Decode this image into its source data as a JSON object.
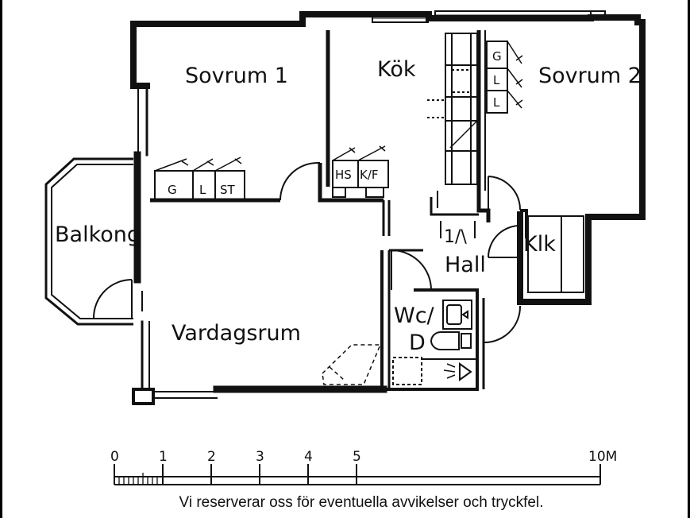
{
  "rooms": {
    "sovrum1": "Sovrum 1",
    "kok": "Kök",
    "sovrum2": "Sovrum 2",
    "balkong": "Balkong",
    "hall": "Hall",
    "klk": "Klk",
    "wc_line1": "Wc/",
    "wc_line2": "D",
    "vardagsrum": "Vardagsrum"
  },
  "closets": {
    "sovrum1": [
      "G",
      "L",
      "ST"
    ],
    "kok": [
      "HS",
      "K/F"
    ],
    "sovrum2": [
      "G",
      "L",
      "L"
    ]
  },
  "stair_mark": "1/\\",
  "scale": {
    "ticks": [
      "0",
      "1",
      "2",
      "3",
      "4",
      "5",
      "10M"
    ]
  },
  "disclaimer": "Vi reserverar oss för eventuella avvikelser och tryckfel.",
  "colors": {
    "background": "#ffffff",
    "ink": "#111111",
    "frame": "#000000"
  }
}
